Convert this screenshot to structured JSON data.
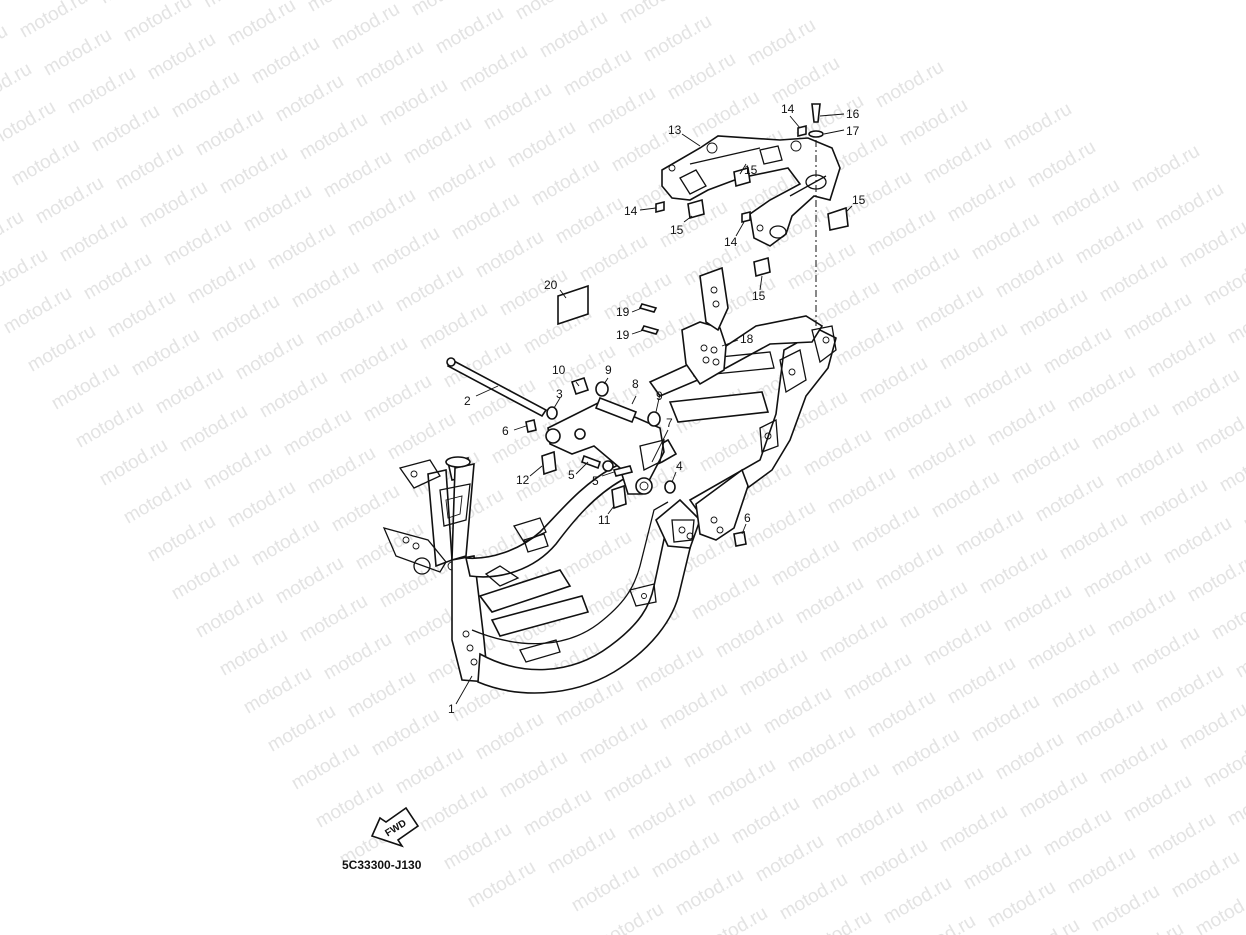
{
  "watermark": "motod.ru",
  "diagram_code": "5C33300-J130",
  "fwd_label": "FWD",
  "callouts": [
    {
      "id": "c1",
      "label": "1"
    },
    {
      "id": "c2",
      "label": "2"
    },
    {
      "id": "c3",
      "label": "3"
    },
    {
      "id": "c4",
      "label": "4"
    },
    {
      "id": "c5a",
      "label": "5"
    },
    {
      "id": "c5b",
      "label": "5"
    },
    {
      "id": "c6a",
      "label": "6"
    },
    {
      "id": "c6b",
      "label": "6"
    },
    {
      "id": "c7",
      "label": "7"
    },
    {
      "id": "c8",
      "label": "8"
    },
    {
      "id": "c9a",
      "label": "9"
    },
    {
      "id": "c9b",
      "label": "9"
    },
    {
      "id": "c10",
      "label": "10"
    },
    {
      "id": "c11",
      "label": "11"
    },
    {
      "id": "c12",
      "label": "12"
    },
    {
      "id": "c13",
      "label": "13"
    },
    {
      "id": "c14a",
      "label": "14"
    },
    {
      "id": "c14b",
      "label": "14"
    },
    {
      "id": "c14c",
      "label": "14"
    },
    {
      "id": "c15a",
      "label": "15"
    },
    {
      "id": "c15b",
      "label": "15"
    },
    {
      "id": "c15c",
      "label": "15"
    },
    {
      "id": "c15d",
      "label": "15"
    },
    {
      "id": "c16",
      "label": "16"
    },
    {
      "id": "c17",
      "label": "17"
    },
    {
      "id": "c18",
      "label": "18"
    },
    {
      "id": "c19a",
      "label": "19"
    },
    {
      "id": "c19b",
      "label": "19"
    },
    {
      "id": "c20",
      "label": "20"
    }
  ]
}
